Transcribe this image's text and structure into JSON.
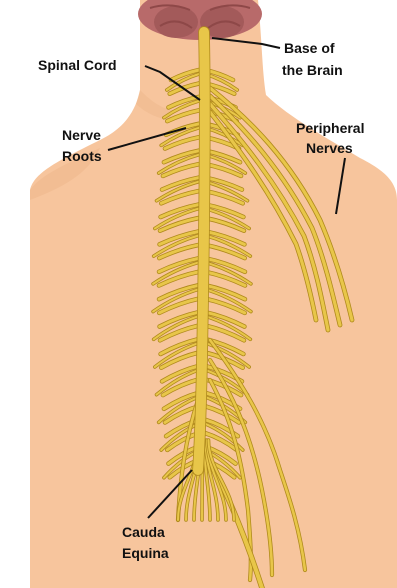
{
  "labels": {
    "spinal_cord": "Spinal Cord",
    "base_of_brain_line1": "Base of",
    "base_of_brain_line2": "the Brain",
    "nerve_roots_line1": "Nerve",
    "nerve_roots_line2": "Roots",
    "peripheral_line1": "Peripheral",
    "peripheral_line2": "Nerves",
    "cauda_line1": "Cauda",
    "cauda_line2": "Equina"
  },
  "colors": {
    "background": "#ffffff",
    "skin": "#f7c59d",
    "skin_shadow": "#e9ae82",
    "brain": "#b86a6a",
    "brain_dark": "#8e4848",
    "nerve": "#e8c649",
    "nerve_edge": "#b08a1c",
    "label_text": "#111111"
  }
}
